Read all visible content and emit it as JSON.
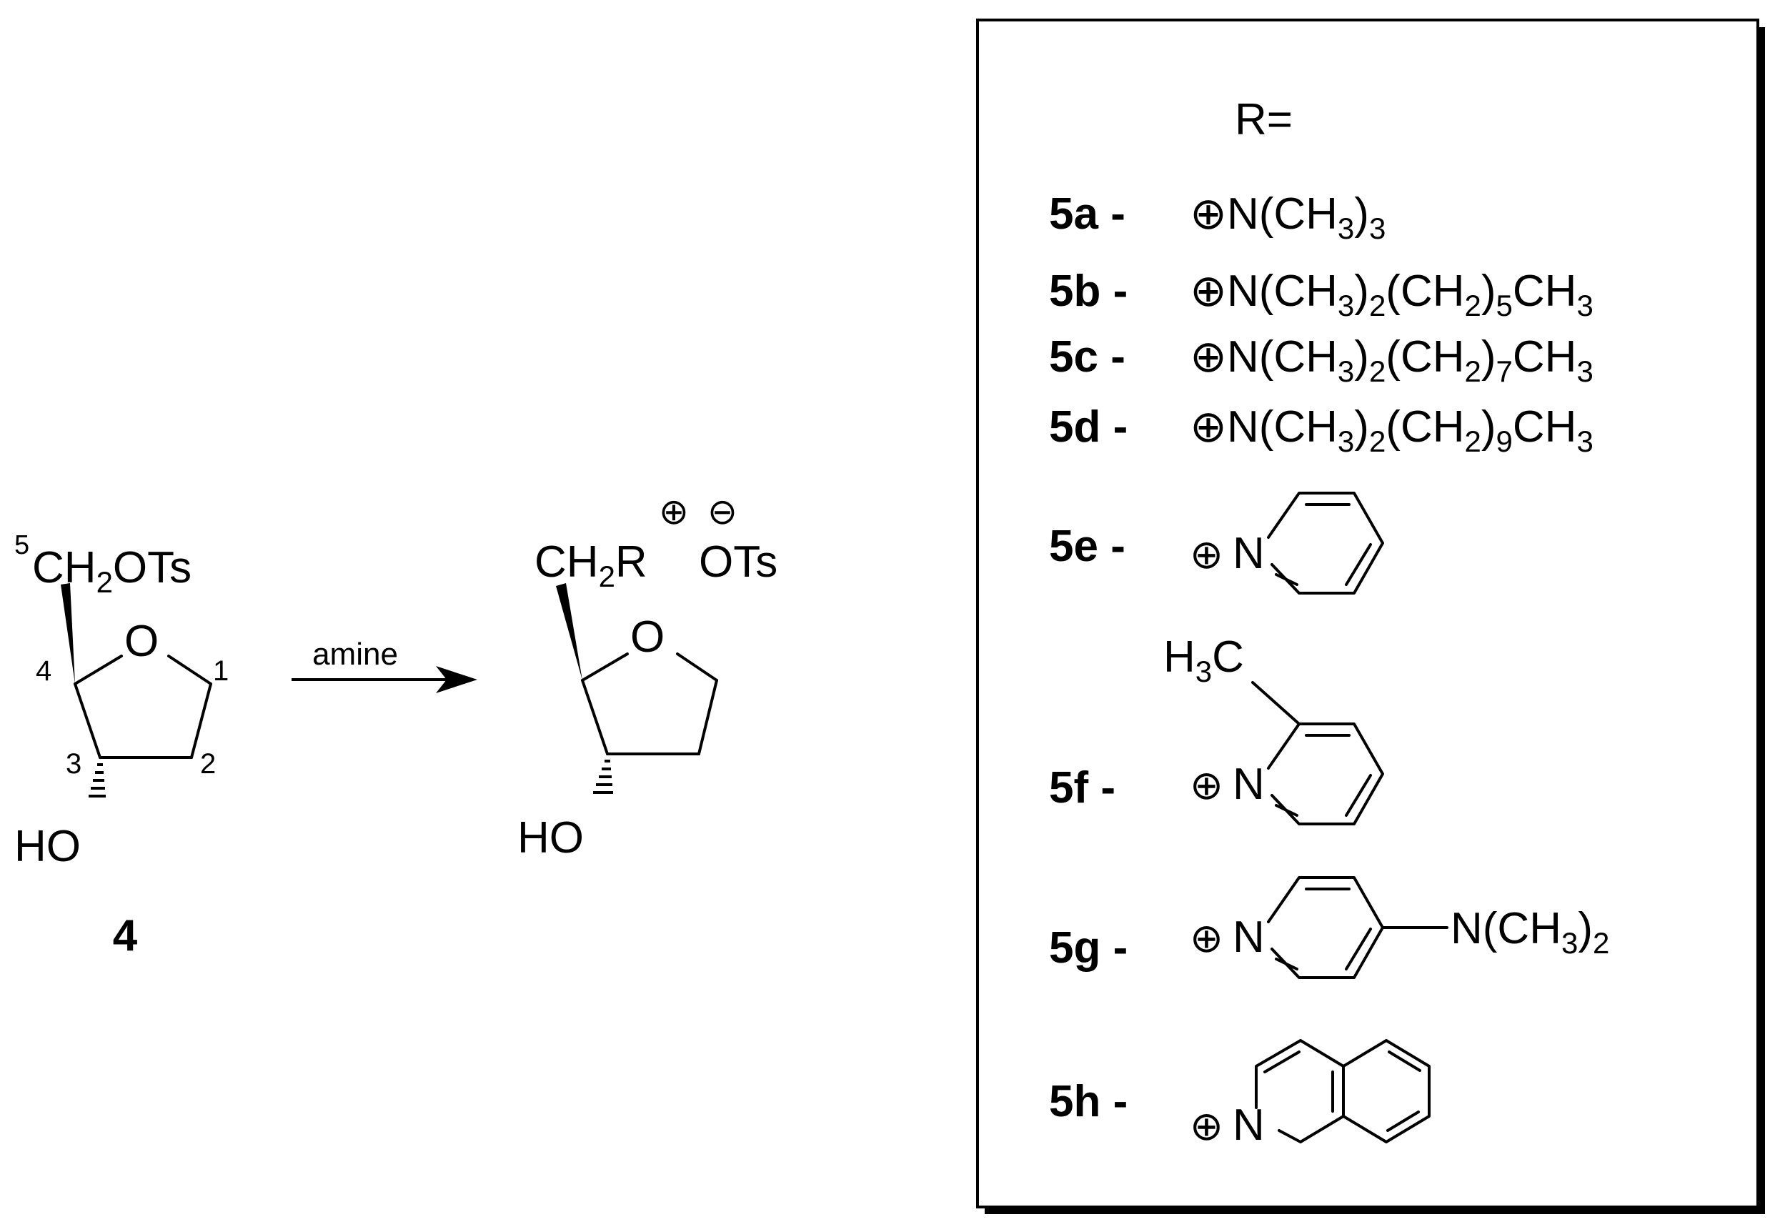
{
  "reactant": {
    "locant5": "5",
    "group": "CH",
    "group_sub": "2",
    "group_tail": "OTs",
    "ring_oxygen": "O",
    "locant4": "4",
    "locant1": "1",
    "locant3": "3",
    "locant2": "2",
    "hydroxyl": "HO",
    "compound_number": "4"
  },
  "arrow": {
    "reagent": "amine"
  },
  "product": {
    "group": "CH",
    "group_sub": "2",
    "group_r": "R",
    "cation_sign": "⊕",
    "counterion": "OTs",
    "anion_sign": "⊖",
    "ring_oxygen": "O",
    "hydroxyl": "HO"
  },
  "legend": {
    "header": "R=",
    "entries": [
      {
        "label": "5a -",
        "prefix": "⊕N(CH",
        "s1": "3",
        "t1": ")",
        "s2": "3",
        "t2": "",
        "s3": "",
        "t3": ""
      },
      {
        "label": "5b -",
        "prefix": "⊕N(CH",
        "s1": "3",
        "t1": ")",
        "s2": "2",
        "t2": "(CH",
        "s3": "2",
        "t3": ")",
        "s4": "5",
        "t4": "CH",
        "s5": "3"
      },
      {
        "label": "5c -",
        "prefix": "⊕N(CH",
        "s1": "3",
        "t1": ")",
        "s2": "2",
        "t2": "(CH",
        "s3": "2",
        "t3": ")",
        "s4": "7",
        "t4": "CH",
        "s5": "3"
      },
      {
        "label": "5d -",
        "prefix": "⊕N(CH",
        "s1": "3",
        "t1": ")",
        "s2": "2",
        "t2": "(CH",
        "s3": "2",
        "t3": ")",
        "s4": "9",
        "t4": "CH",
        "s5": "3"
      }
    ],
    "e": {
      "label": "5e -",
      "cation": "⊕",
      "n": "N"
    },
    "f": {
      "label": "5f -",
      "cation": "⊕",
      "n": "N",
      "methyl": "H",
      "methyl_sub": "3",
      "methyl_c": "C"
    },
    "g": {
      "label": "5g -",
      "cation": "⊕",
      "n": "N",
      "sub_a": "N(CH",
      "sub_s1": "3",
      "sub_b": ")",
      "sub_s2": "2"
    },
    "h": {
      "label": "5h -",
      "cation": "⊕",
      "n": "N"
    }
  }
}
